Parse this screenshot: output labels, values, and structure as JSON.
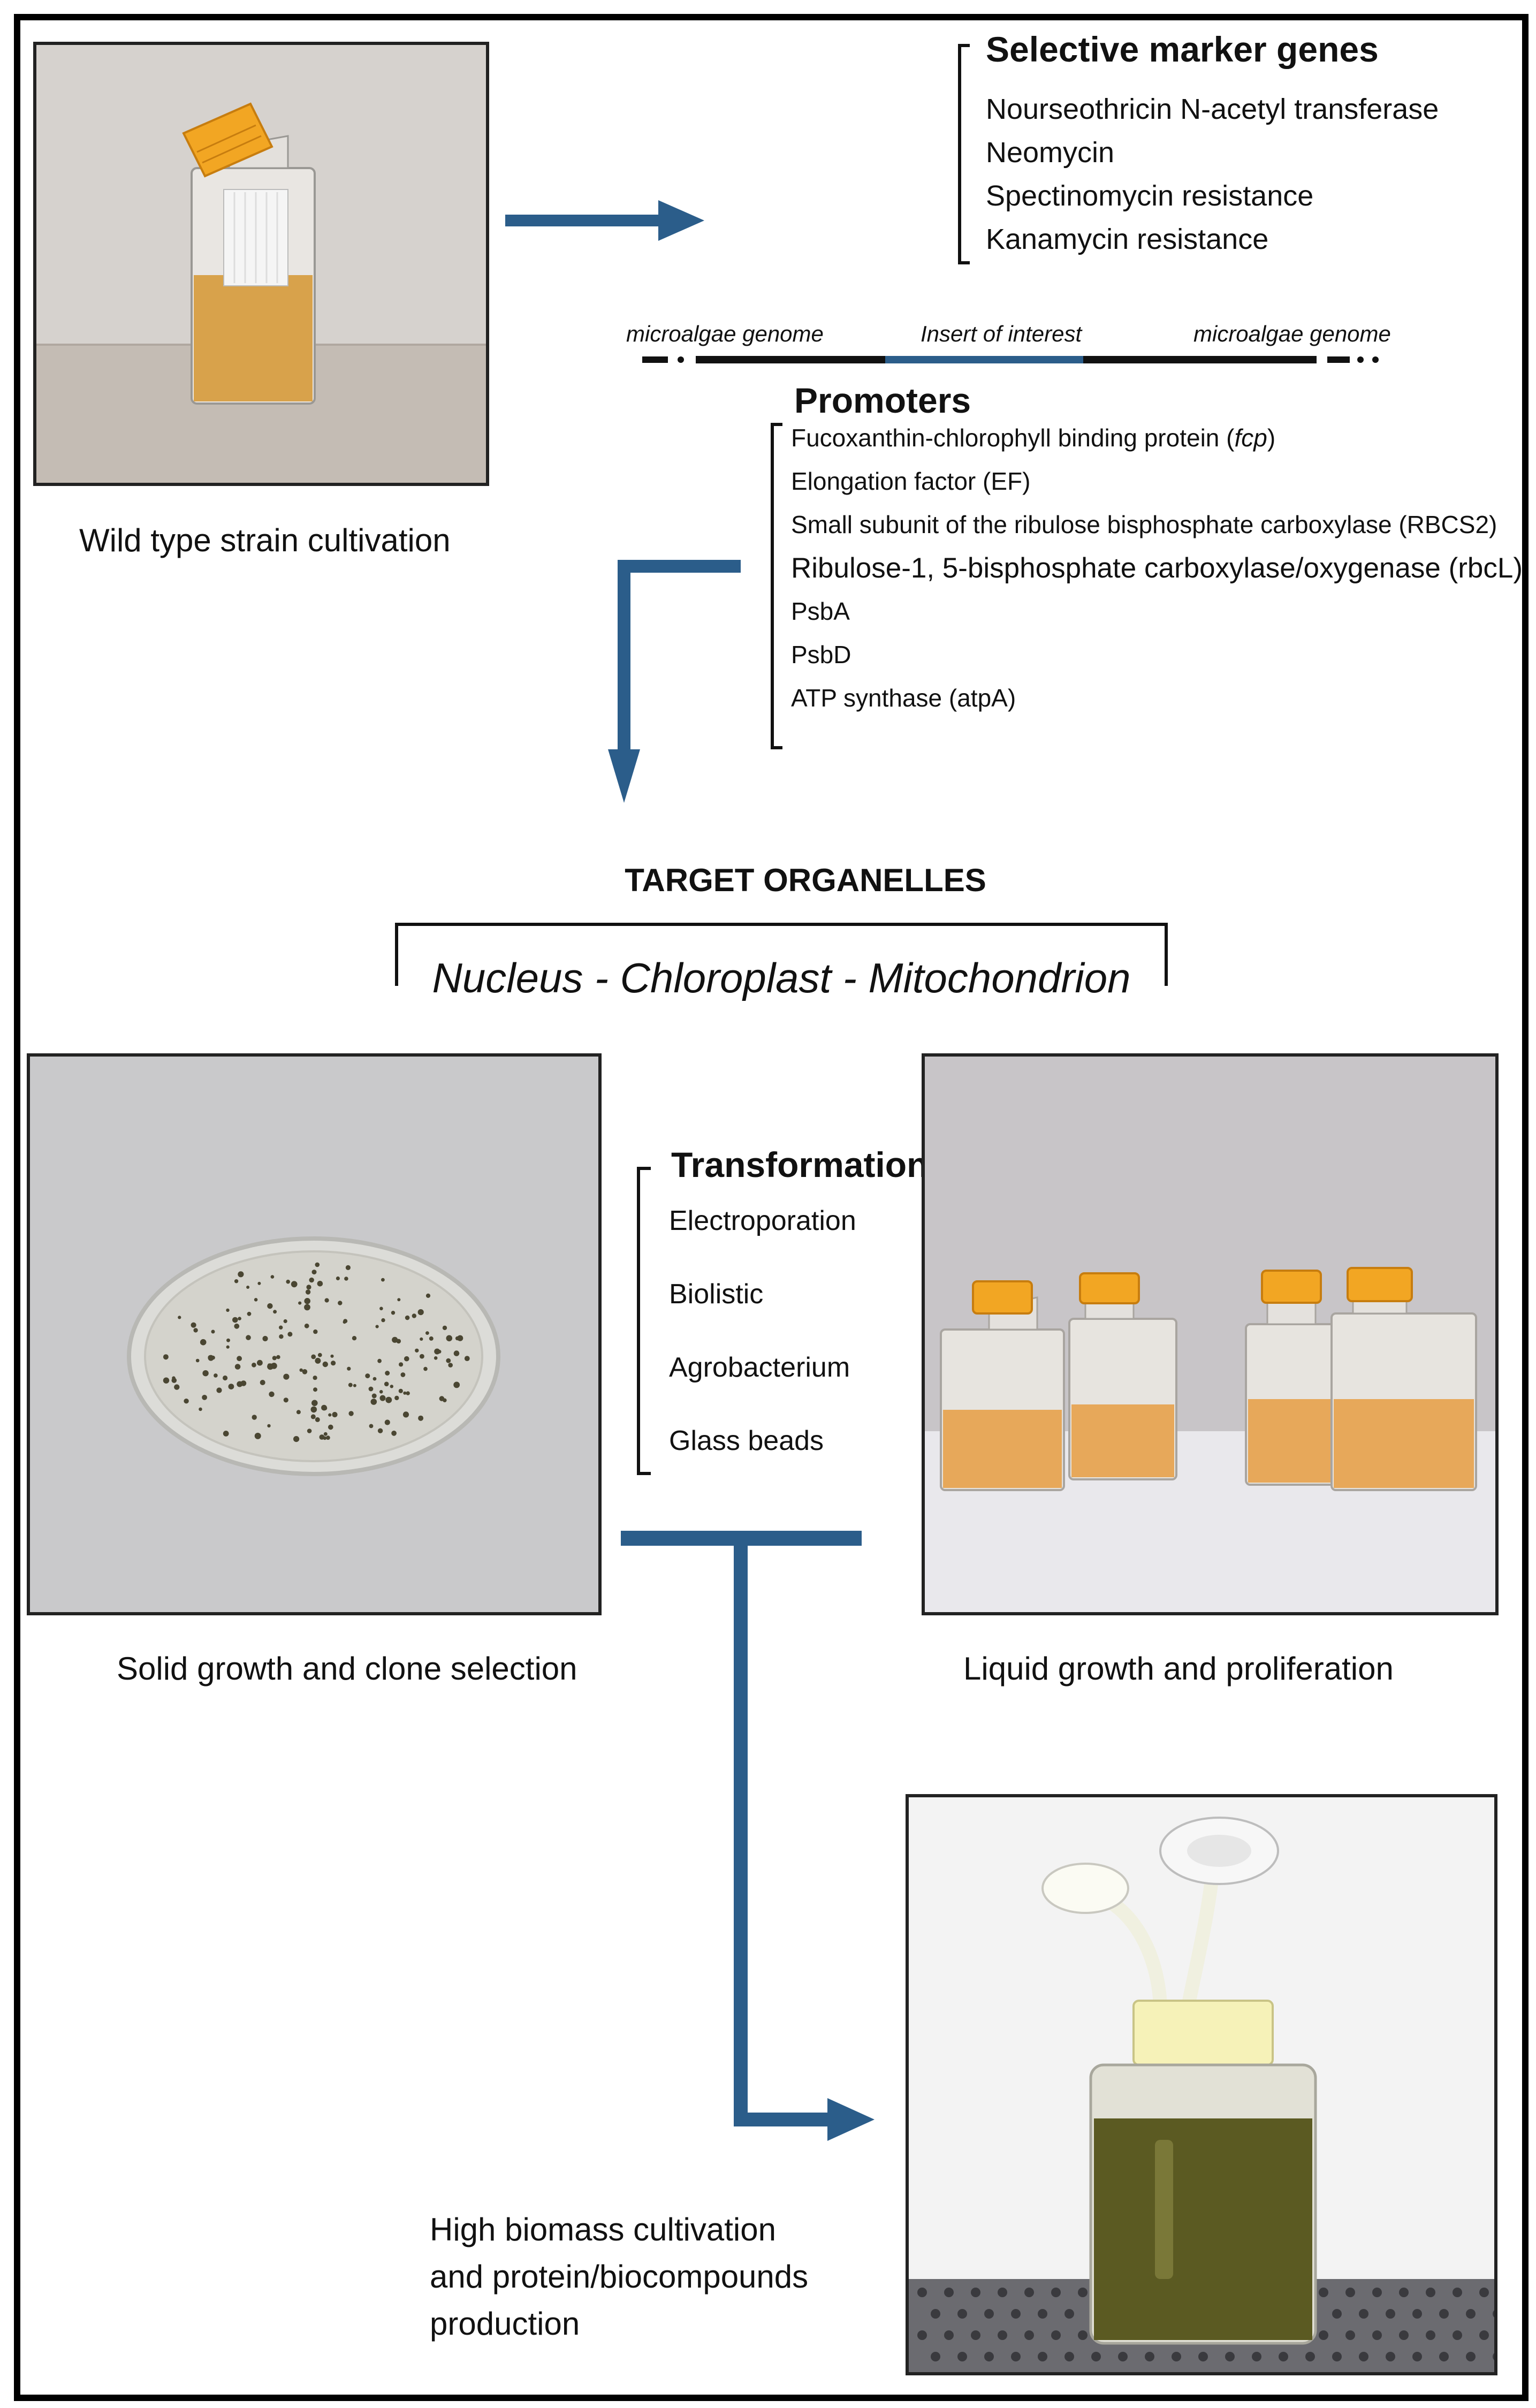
{
  "captions": {
    "wild_type": "Wild type strain cultivation",
    "solid_growth": "Solid growth and clone selection",
    "liquid_growth": "Liquid growth and proliferation",
    "high_biomass": [
      "High biomass cultivation",
      "and protein/biocompounds",
      "production"
    ]
  },
  "selective_markers": {
    "heading": "Selective marker genes",
    "items": [
      "Nourseothricin N-acetyl transferase",
      "Neomycin",
      "Spectinomycin resistance",
      "Kanamycin resistance"
    ]
  },
  "genome": {
    "left": "microalgae genome",
    "insert": "Insert of interest",
    "right": "microalgae genome"
  },
  "promoters": {
    "heading": "Promoters",
    "items": [
      {
        "text": "Fucoxanthin-chlorophyll binding protein (",
        "italic": "fcp",
        "after": ")"
      },
      {
        "text": "Elongation factor (EF)"
      },
      {
        "text": "Small subunit of the ribulose bisphosphate carboxylase (RBCS2)"
      },
      {
        "text": "Ribulose-1, 5-bisphosphate carboxylase/oxygenase (rbcL)",
        "large": true
      },
      {
        "text": "PsbA"
      },
      {
        "text": "PsbD"
      },
      {
        "text": "ATP synthase (atpA)"
      }
    ]
  },
  "target_organelles": {
    "title": "TARGET ORGANELLES",
    "list": "Nucleus - Chloroplast - Mitochondrion"
  },
  "transformation": {
    "heading": "Transformation",
    "items": [
      "Electroporation",
      "Biolistic",
      "Agrobacterium",
      "Glass beads"
    ]
  },
  "colors": {
    "arrow": "#2b5d8a",
    "culture_orange": "#d79a45",
    "culture_green": "#5b5a22",
    "cap": "#f2a623"
  }
}
